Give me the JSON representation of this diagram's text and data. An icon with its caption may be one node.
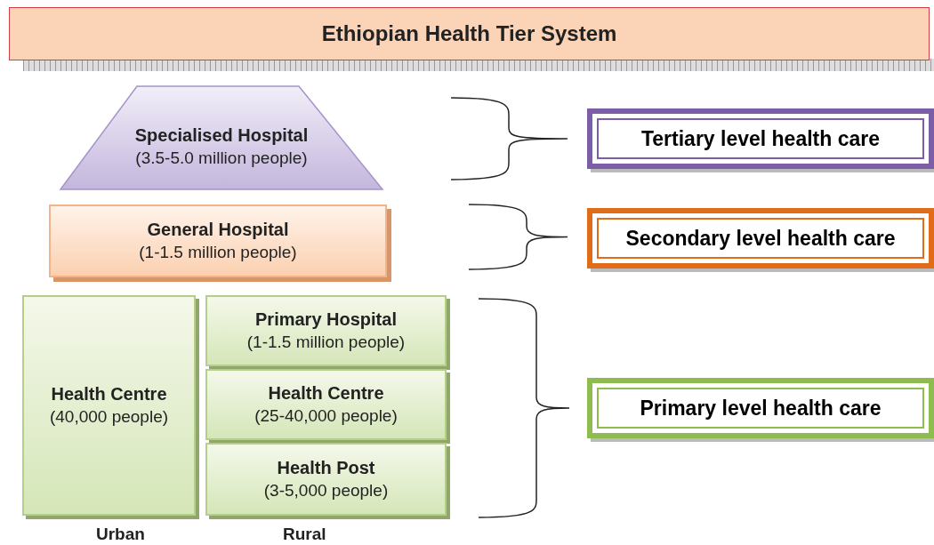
{
  "diagram": {
    "title": "Ethiopian Health Tier System",
    "nodes": [
      {
        "text": [
          "Specialised Hospital",
          "(3.5-5.0 million people)"
        ]
      },
      {
        "text": [
          "General Hospital",
          "(1-1.5 million people)"
        ]
      },
      {
        "text": [
          "Health Centre",
          "(40,000 people)"
        ]
      },
      {
        "text": [
          "Primary Hospital",
          "(1-1.5 million people)"
        ]
      },
      {
        "text": [
          "Health Centre",
          "(25-40,000 people)"
        ]
      },
      {
        "text": [
          "Health Post",
          "(3-5,000 people)"
        ]
      },
      {
        "text": [
          "Tertiary level health care"
        ]
      },
      {
        "text": [
          "Secondary level health care"
        ]
      },
      {
        "text": [
          "Primary level health care"
        ]
      }
    ],
    "edges": [],
    "labels": [
      "Urban",
      "Rural"
    ]
  }
}
